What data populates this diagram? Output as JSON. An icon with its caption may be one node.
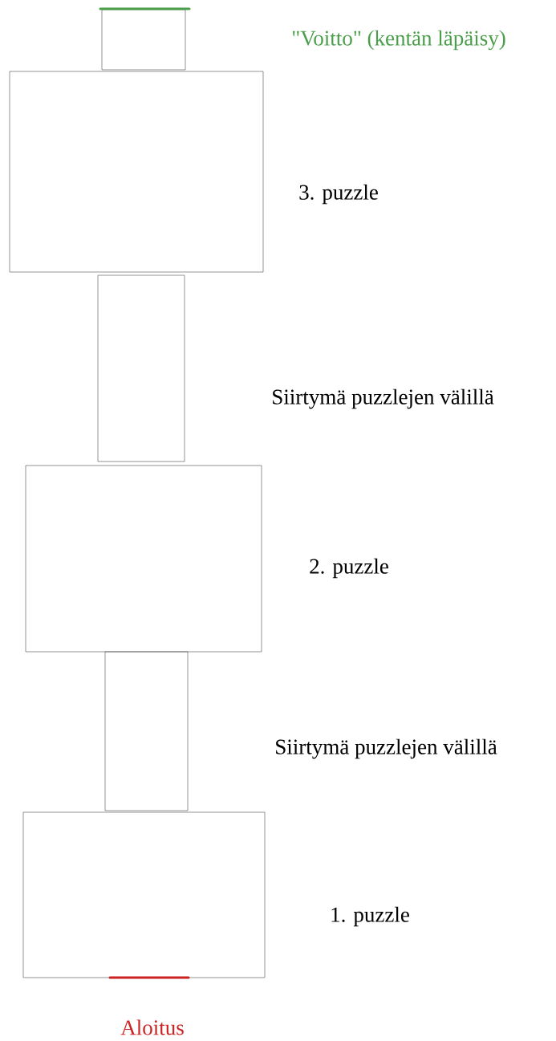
{
  "diagram": {
    "nodes": [
      {
        "text": [],
        "shape": "box"
      },
      {
        "text": [],
        "shape": "box",
        "beside": [
          "3. puzzle"
        ]
      },
      {
        "text": [],
        "shape": "box"
      },
      {
        "text": [],
        "shape": "box",
        "beside": [
          "2. puzzle"
        ]
      },
      {
        "text": [],
        "shape": "box"
      },
      {
        "text": [],
        "shape": "box",
        "beside": [
          "1. puzzle",
          "Aloitus"
        ]
      }
    ],
    "labels": [
      "\"Voitto\" (kentän läpäisy)",
      "Siirtymä puzzlejen välillä",
      "Siirtymä puzzlejen välillä"
    ]
  }
}
